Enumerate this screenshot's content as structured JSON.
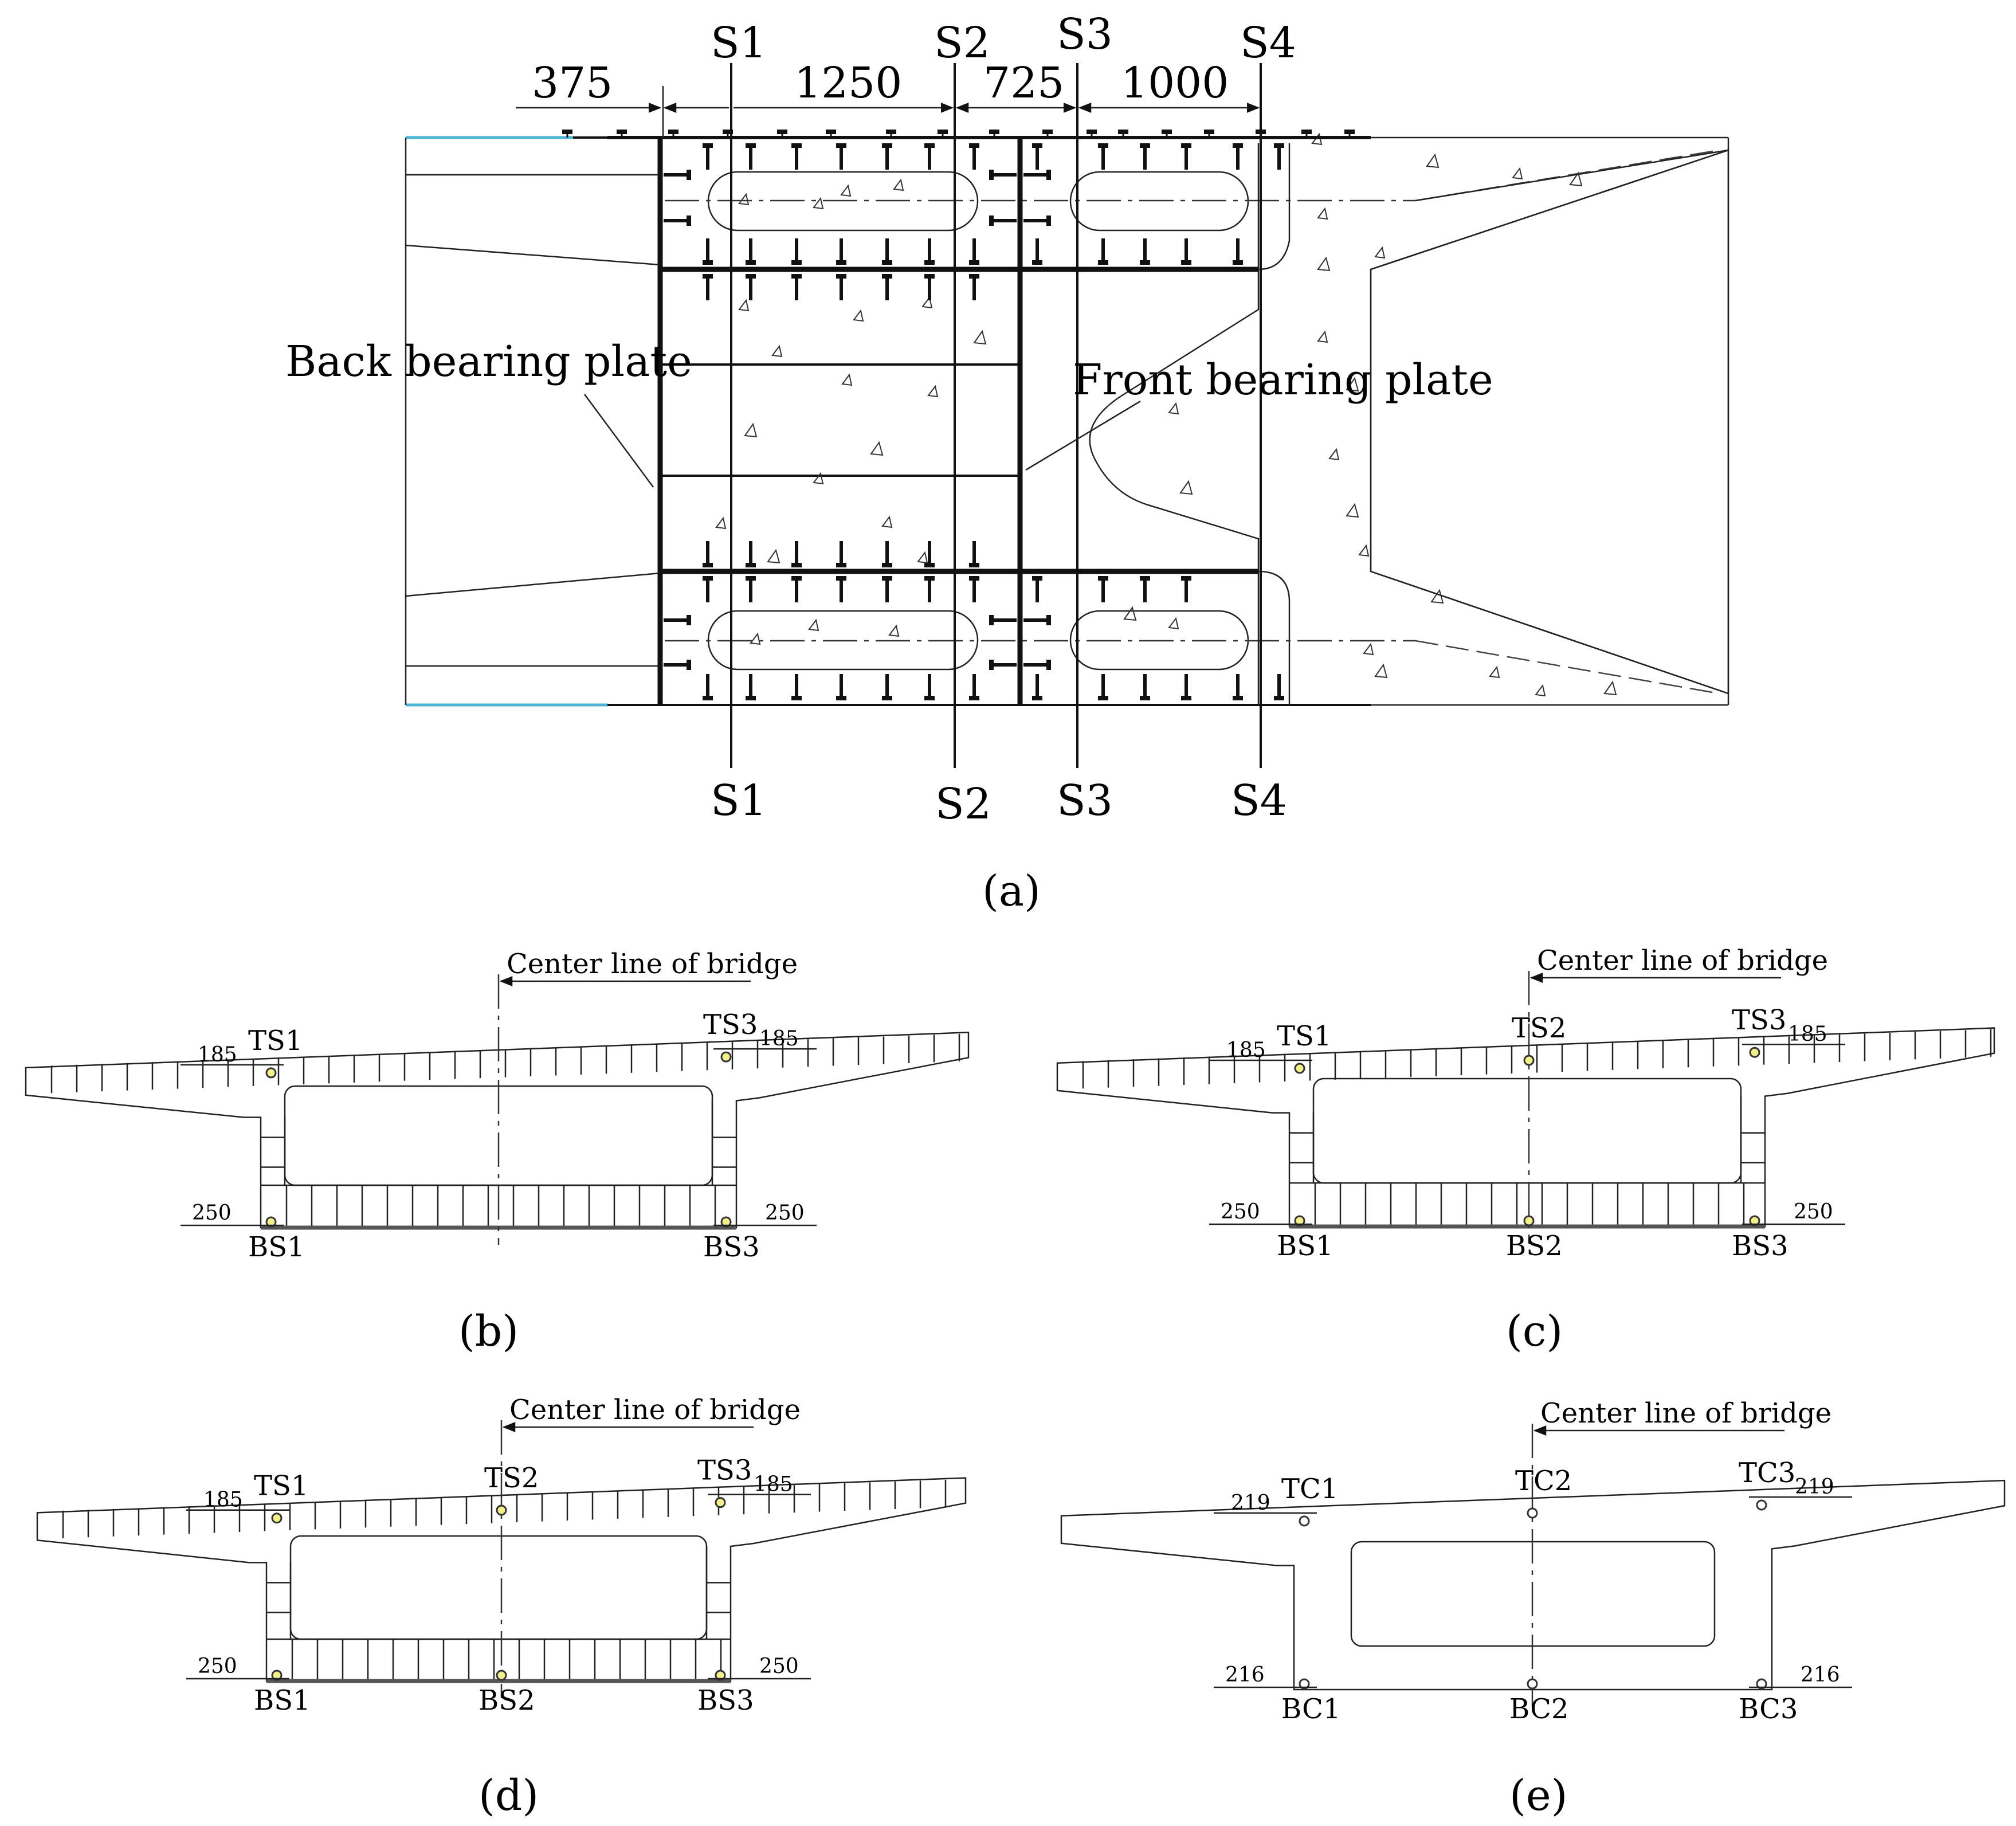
{
  "panel_a": {
    "dims": [
      "375",
      "1250",
      "725",
      "1000"
    ],
    "sections_top": [
      "S1",
      "S2",
      "S3",
      "S4"
    ],
    "sections_bottom": [
      "S1",
      "S2",
      "S3",
      "S4"
    ],
    "back_plate_label": "Back bearing plate",
    "front_plate_label": "Front bearing plate",
    "caption": "(a)"
  },
  "panel_b": {
    "centerline": "Center line of bridge",
    "top_left_gauge": "TS1",
    "top_right_gauge": "TS3",
    "bottom_left_gauge": "BS1",
    "bottom_right_gauge": "BS3",
    "top_left_dim": "185",
    "top_right_dim": "185",
    "bottom_left_dim": "250",
    "bottom_right_dim": "250",
    "caption": "(b)"
  },
  "panel_c": {
    "centerline": "Center line of bridge",
    "top_left_gauge": "TS1",
    "top_mid_gauge": "TS2",
    "top_right_gauge": "TS3",
    "bottom_left_gauge": "BS1",
    "bottom_mid_gauge": "BS2",
    "bottom_right_gauge": "BS3",
    "top_left_dim": "185",
    "top_right_dim": "185",
    "bottom_left_dim": "250",
    "bottom_right_dim": "250",
    "caption": "(c)"
  },
  "panel_d": {
    "centerline": "Center line of bridge",
    "top_left_gauge": "TS1",
    "top_mid_gauge": "TS2",
    "top_right_gauge": "TS3",
    "bottom_left_gauge": "BS1",
    "bottom_mid_gauge": "BS2",
    "bottom_right_gauge": "BS3",
    "top_left_dim": "185",
    "top_right_dim": "185",
    "bottom_left_dim": "250",
    "bottom_right_dim": "250",
    "caption": "(d)"
  },
  "panel_e": {
    "centerline": "Center line of bridge",
    "top_left_gauge": "TC1",
    "top_mid_gauge": "TC2",
    "top_right_gauge": "TC3",
    "bottom_left_gauge": "BC1",
    "bottom_mid_gauge": "BC2",
    "bottom_right_gauge": "BC3",
    "top_left_dim": "219",
    "top_right_dim": "219",
    "bottom_left_dim": "216",
    "bottom_right_dim": "216",
    "caption": "(e)"
  },
  "colors": {
    "gauge_fill": "#f3ef8a",
    "line": "#111111",
    "accent_cyan": "#4fb3d9"
  }
}
